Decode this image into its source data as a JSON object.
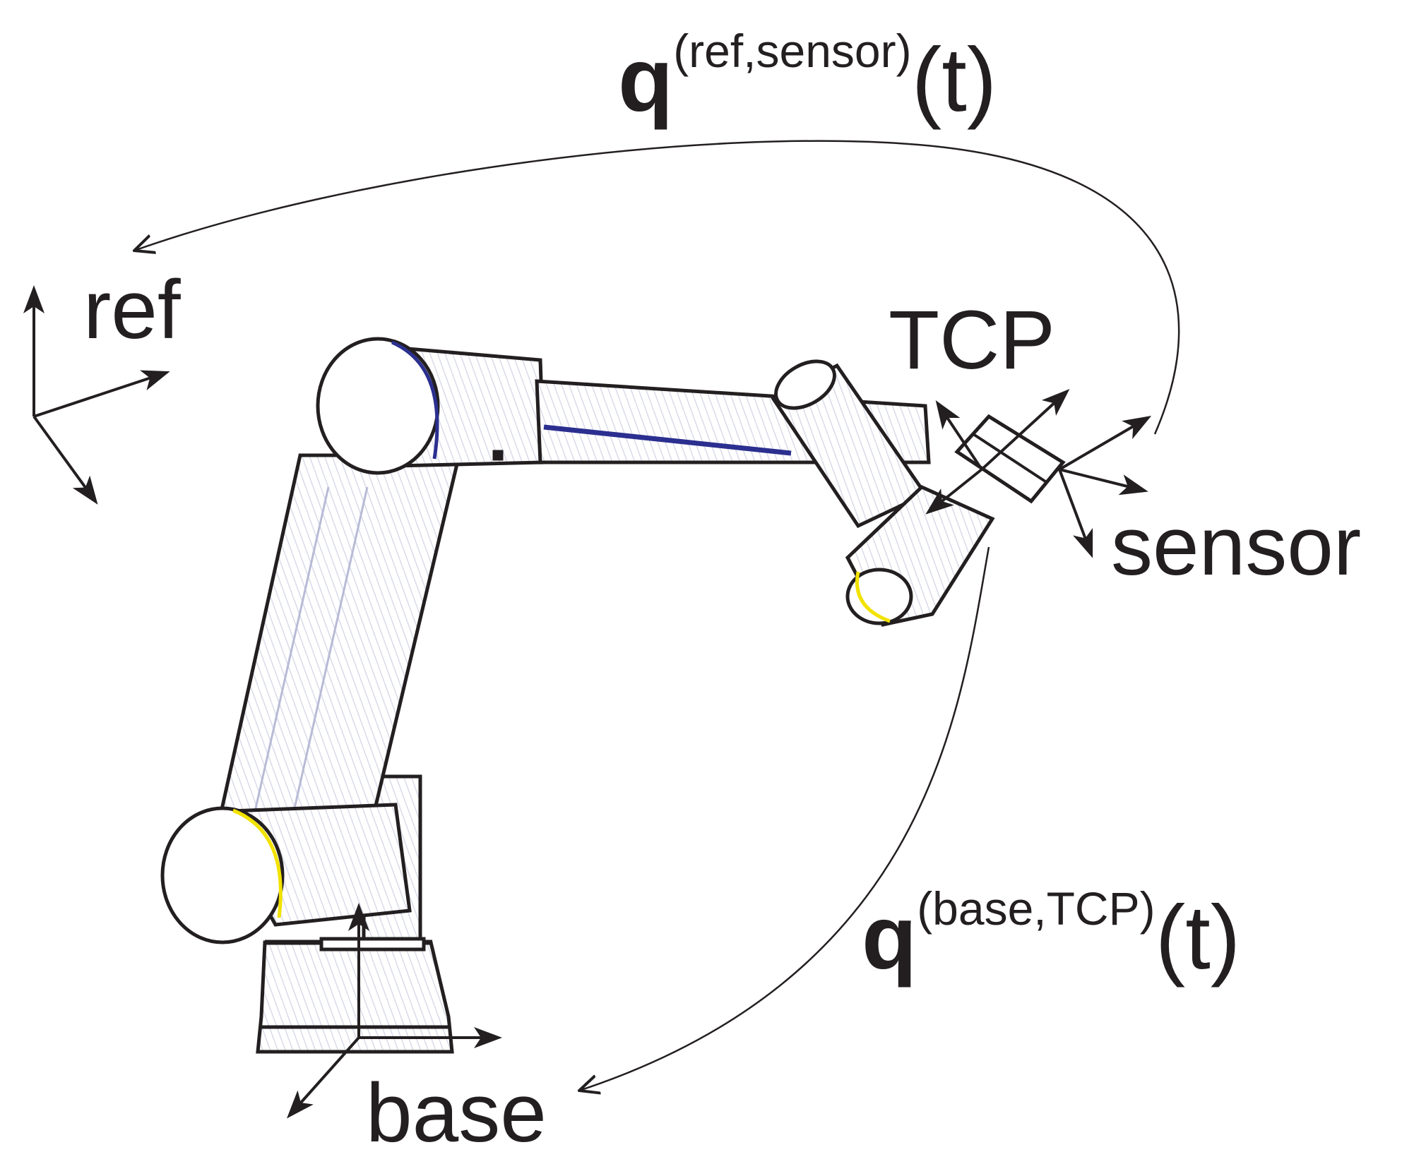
{
  "labels": {
    "ref": "ref",
    "tcp": "TCP",
    "sensor": "sensor",
    "base": "base"
  },
  "transforms": {
    "ref_sensor": {
      "symbol": "q",
      "superscript": "(ref,sensor)",
      "argument": "(t)"
    },
    "base_tcp": {
      "symbol": "q",
      "superscript": "(base,TCP)",
      "argument": "(t)"
    }
  },
  "colors": {
    "ink": "#231f20",
    "robot_fill": "#ffffff",
    "robot_shade": "#e6e7f2",
    "accent_blue": "#2b2f8f",
    "accent_yellow": "#f2e200"
  }
}
